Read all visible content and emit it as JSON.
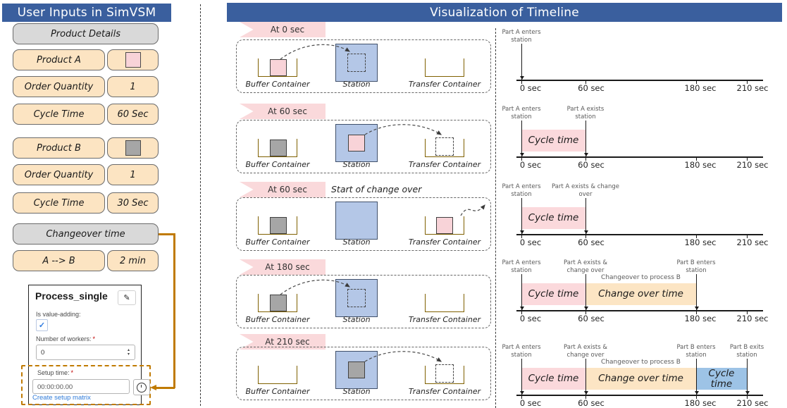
{
  "colors": {
    "header_blue": "#3A5F9E",
    "box_tan": "#FCE4C2",
    "box_gray": "#D9D9D9",
    "product_a_pink": "#F8D3D8",
    "product_b_gray": "#A6A6A6",
    "station_blue": "#B4C7E7",
    "container_brown": "#7F6000",
    "banner_pink": "#FAD9DB",
    "band_pink": "#FBD9DC",
    "band_tan": "#FCE5C4",
    "band_blue": "#9DC3E6",
    "connector_orange": "#C07A00",
    "link_blue": "#2F7BD9",
    "check_blue": "#2F7BE0"
  },
  "icons": {
    "pencil": "✎",
    "check": "✓",
    "spin_up": "▴",
    "spin_down": "▾"
  },
  "left": {
    "title": "User Inputs in SimVSM",
    "items": {
      "details": "Product Details",
      "product_a": {
        "label": "Product A"
      },
      "qty_a": {
        "label": "Order Quantity",
        "value": "1"
      },
      "ct_a": {
        "label": "Cycle Time",
        "value": "60 Sec"
      },
      "product_b": {
        "label": "Product B"
      },
      "qty_b": {
        "label": "Order Quantity",
        "value": "1"
      },
      "ct_b": {
        "label": "Cycle Time",
        "value": "30 Sec"
      },
      "changeover": "Changeover time",
      "ab": {
        "label": "A --> B",
        "value": "2 min"
      }
    },
    "card": {
      "title": "Process_single",
      "value_adding": "Is value-adding:",
      "workers_label": "Number of workers:",
      "required": "*",
      "workers_value": "0",
      "setup_label": "Setup time:",
      "setup_value": "00:00:00.00",
      "link": "Create setup matrix"
    }
  },
  "right": {
    "title": "Visualization of Timeline",
    "scene_labels": {
      "buffer": "Buffer Container",
      "station": "Station",
      "transfer": "Transfer Container"
    },
    "axis": {
      "t0": "0 sec",
      "t1": "60 sec",
      "t2": "180 sec",
      "t3": "210 sec"
    },
    "rows": [
      {
        "banner": "At 0 sec",
        "events": [
          {
            "l1": "Part A enters",
            "l2": "station"
          }
        ],
        "bands": []
      },
      {
        "banner": "At 60 sec",
        "events": [
          {
            "l1": "Part A enters",
            "l2": "station"
          },
          {
            "l1": "Part A exists",
            "l2": "station"
          }
        ],
        "bands": [
          {
            "label": "Cycle time"
          }
        ]
      },
      {
        "banner": "At 60 sec",
        "note": "Start of change over",
        "events": [
          {
            "l1": "Part A enters",
            "l2": "station"
          },
          {
            "l1": "Part A exists & change",
            "l2": "over"
          }
        ],
        "bands": [
          {
            "label": "Cycle time"
          }
        ]
      },
      {
        "banner": "At 180 sec",
        "events": [
          {
            "l1": "Part A enters",
            "l2": "station"
          },
          {
            "l1": "Part A exists &",
            "l2": "change over"
          },
          {
            "l1": "Part B enters",
            "l2": "station"
          }
        ],
        "bands": [
          {
            "label": "Cycle time"
          },
          {
            "label": "Change over time",
            "note": "Changeover to process B"
          }
        ]
      },
      {
        "banner": "At 210 sec",
        "events": [
          {
            "l1": "Part A enters",
            "l2": "station"
          },
          {
            "l1": "Part A exists &",
            "l2": "change over"
          },
          {
            "l1": "Part B enters",
            "l2": "station"
          },
          {
            "l1": "Part B exits",
            "l2": "station"
          }
        ],
        "bands": [
          {
            "label": "Cycle time"
          },
          {
            "label": "Change over time",
            "note": "Changeover to process B"
          },
          {
            "label": "Cycle time"
          }
        ]
      }
    ]
  }
}
